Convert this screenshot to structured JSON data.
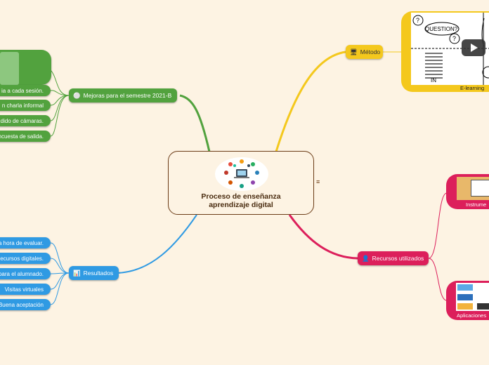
{
  "root": {
    "title_line1": "Proceso de enseñanza",
    "title_line2": "aprendizaje digital",
    "menu_glyph": "≡"
  },
  "branches": {
    "mejoras": {
      "label": "Mejoras para el semestre 2021-B",
      "icon": "⚪",
      "color": "#52a23e",
      "items": [
        "ia a cada sesión.",
        "n charla informal",
        "dido de cámaras.",
        "encuesta de salida."
      ]
    },
    "resultados": {
      "label": "Resultados",
      "icon": "📊",
      "color": "#2f9ae3",
      "items": [
        "a hora de evaluar.",
        "ecursos digitales.",
        "para el alumnado.",
        "Visitas virtuales",
        "Buena aceptación"
      ]
    },
    "metodo": {
      "label": "Método",
      "icon": "🖥",
      "color": "#f4c81d",
      "card_caption": "E-learning",
      "card_texts": [
        "QUESTION?",
        "IN"
      ]
    },
    "recursos": {
      "label": "Recursos utilizados",
      "icon": "👤",
      "color": "#dc1f5b",
      "cards": [
        "Instrume",
        "Aplicaciones"
      ]
    }
  }
}
